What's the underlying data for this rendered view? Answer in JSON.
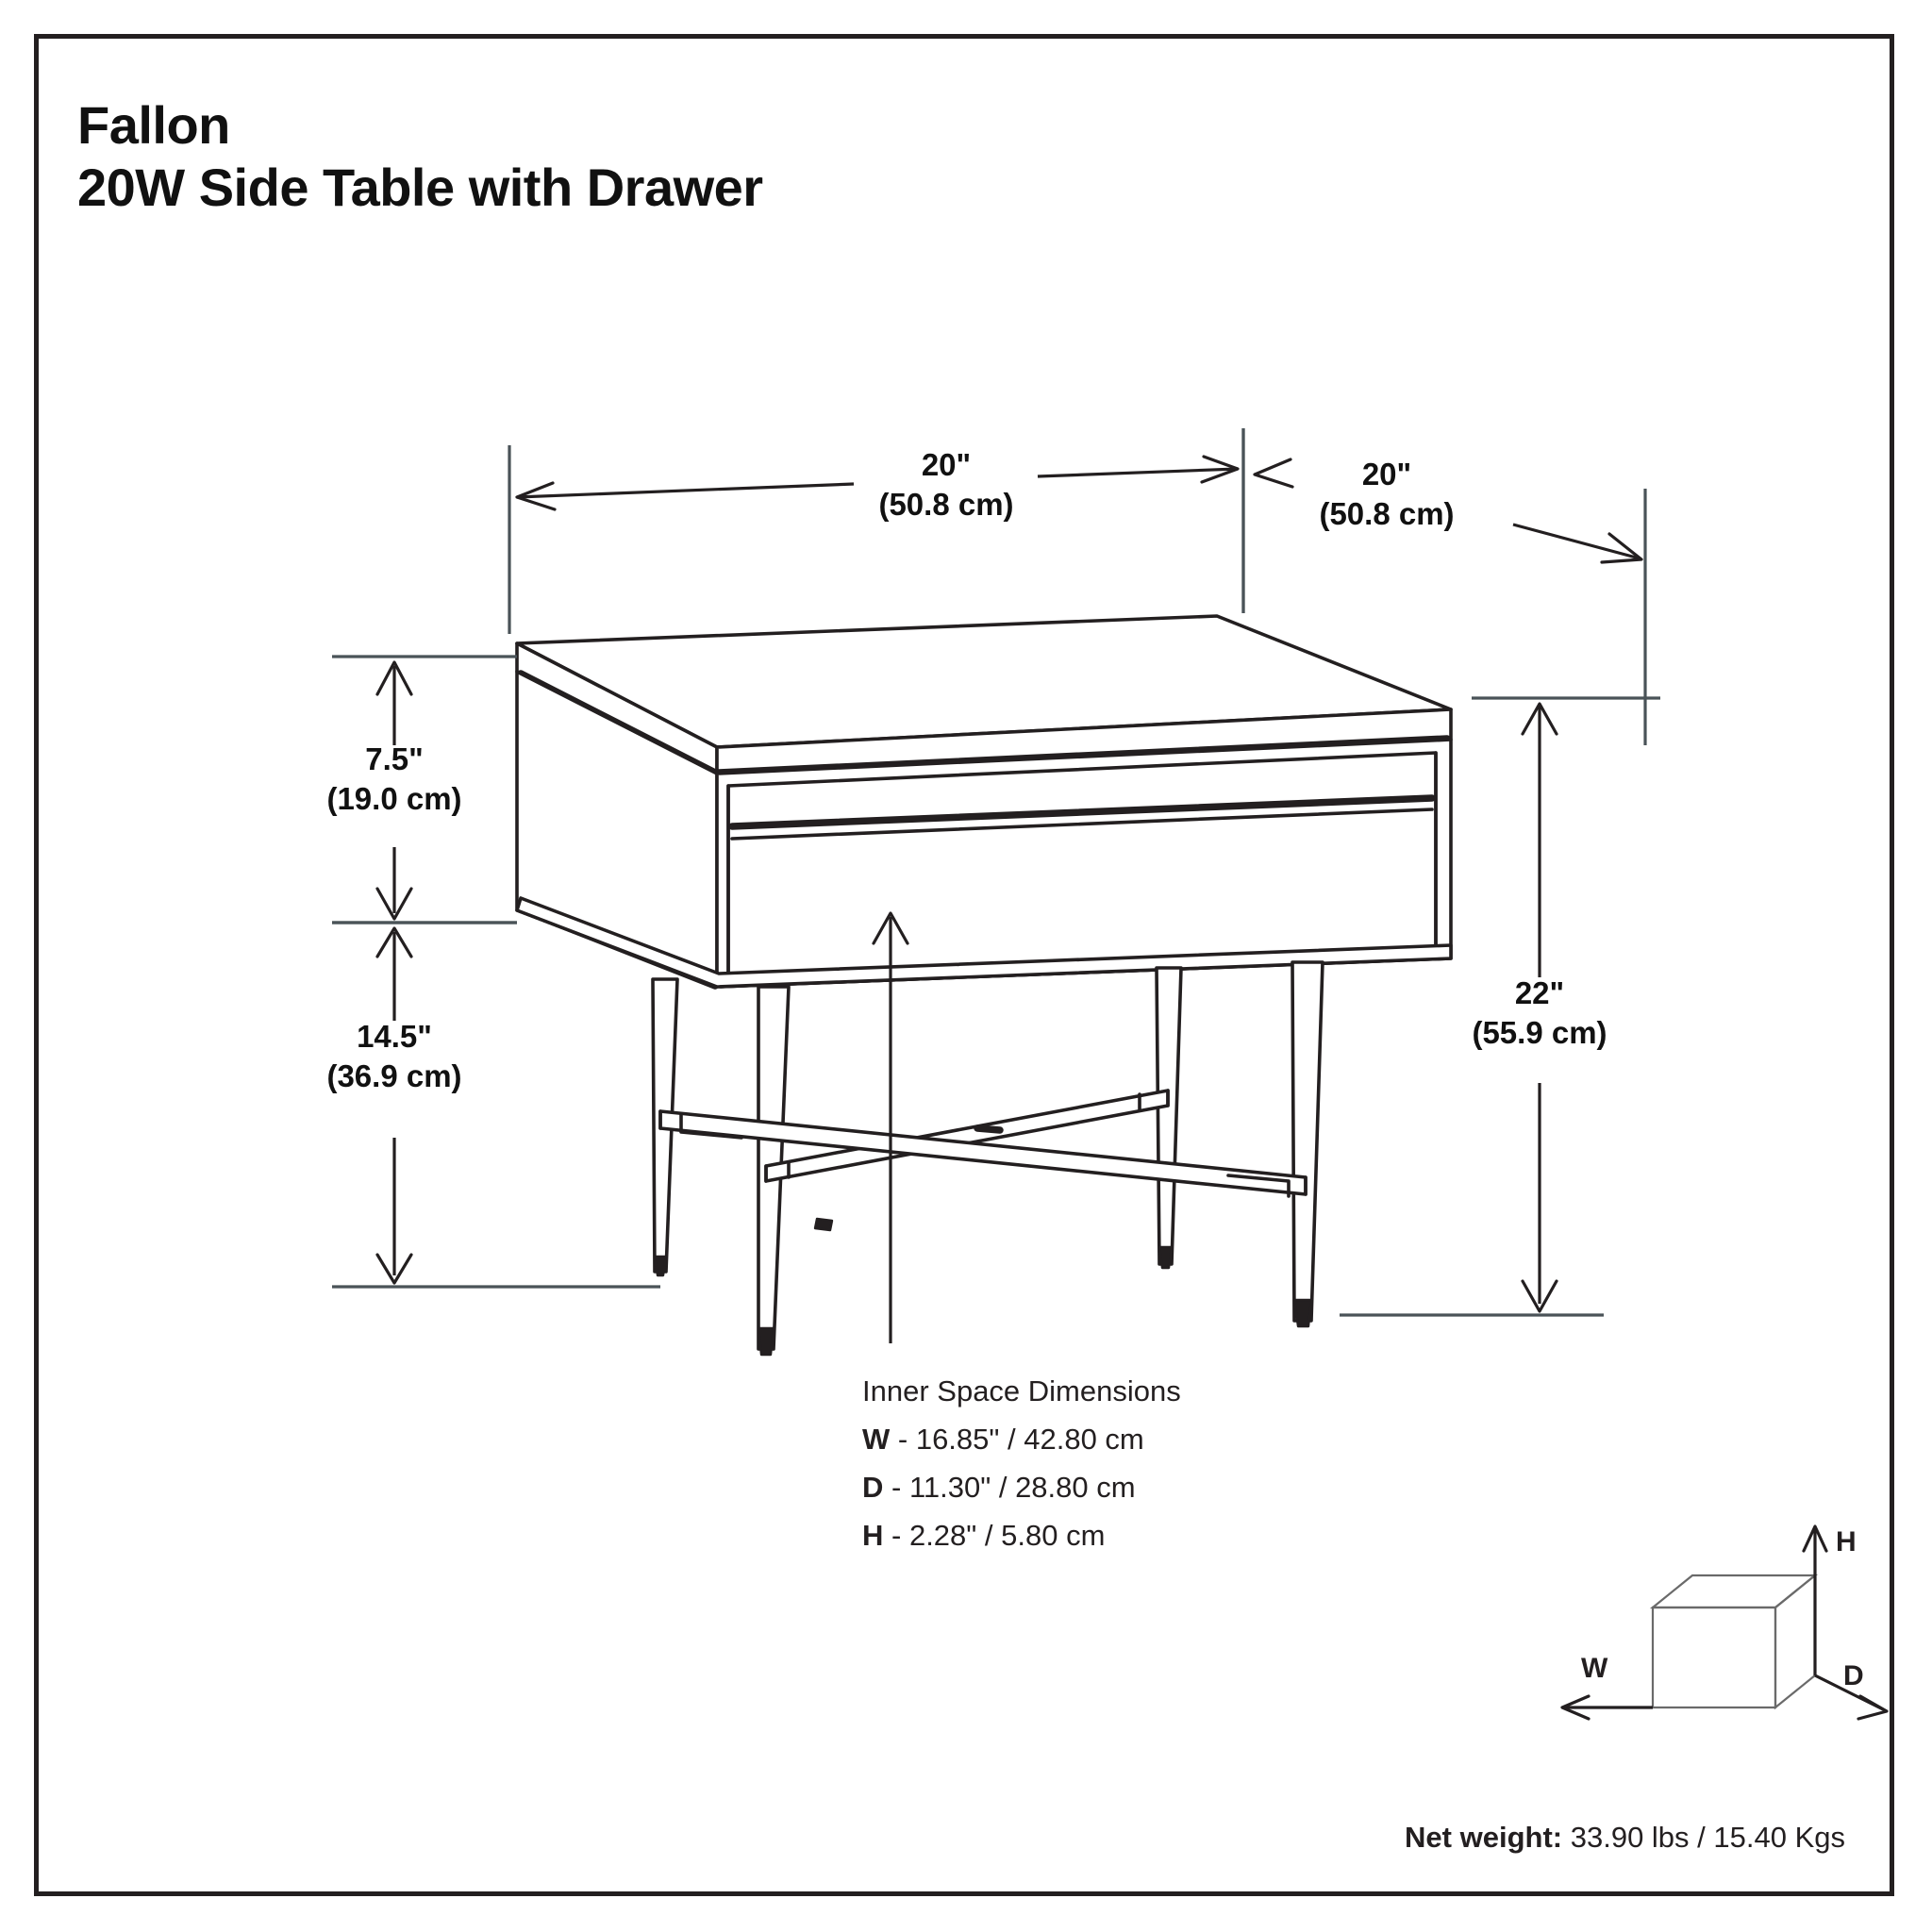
{
  "sheet": {
    "border_color": "#231f20",
    "background": "#ffffff",
    "line_color": "#231f20",
    "dim_line_color": "#4a5358"
  },
  "title": {
    "collection": "Fallon",
    "product": "20W Side Table with Drawer"
  },
  "dimensions": {
    "width": {
      "label": "width-dimension",
      "imperial": "20\"",
      "metric": "(50.8 cm)"
    },
    "depth": {
      "label": "depth-dimension",
      "imperial": "20\"",
      "metric": "(50.8 cm)"
    },
    "drawer_box_height": {
      "label": "drawer-box-height",
      "imperial": "7.5\"",
      "metric": "(19.0 cm)"
    },
    "leg_height": {
      "label": "leg-height",
      "imperial": "14.5\"",
      "metric": "(36.9 cm)"
    },
    "overall_height": {
      "label": "overall-height",
      "imperial": "22\"",
      "metric": "(55.9 cm)"
    }
  },
  "inner_space": {
    "heading": "Inner Space Dimensions",
    "rows": [
      {
        "axis": "W",
        "sep": " - ",
        "value": "16.85\" / 42.80 cm"
      },
      {
        "axis": "D",
        "sep": " - ",
        "value": "11.30\" / 28.80 cm"
      },
      {
        "axis": "H",
        "sep": " - ",
        "value": "2.28\" / 5.80 cm"
      }
    ]
  },
  "net_weight": {
    "label": "Net weight:",
    "value": "33.90 lbs / 15.40 Kgs"
  },
  "axis_legend": {
    "height": "H",
    "width": "W",
    "depth": "D"
  }
}
